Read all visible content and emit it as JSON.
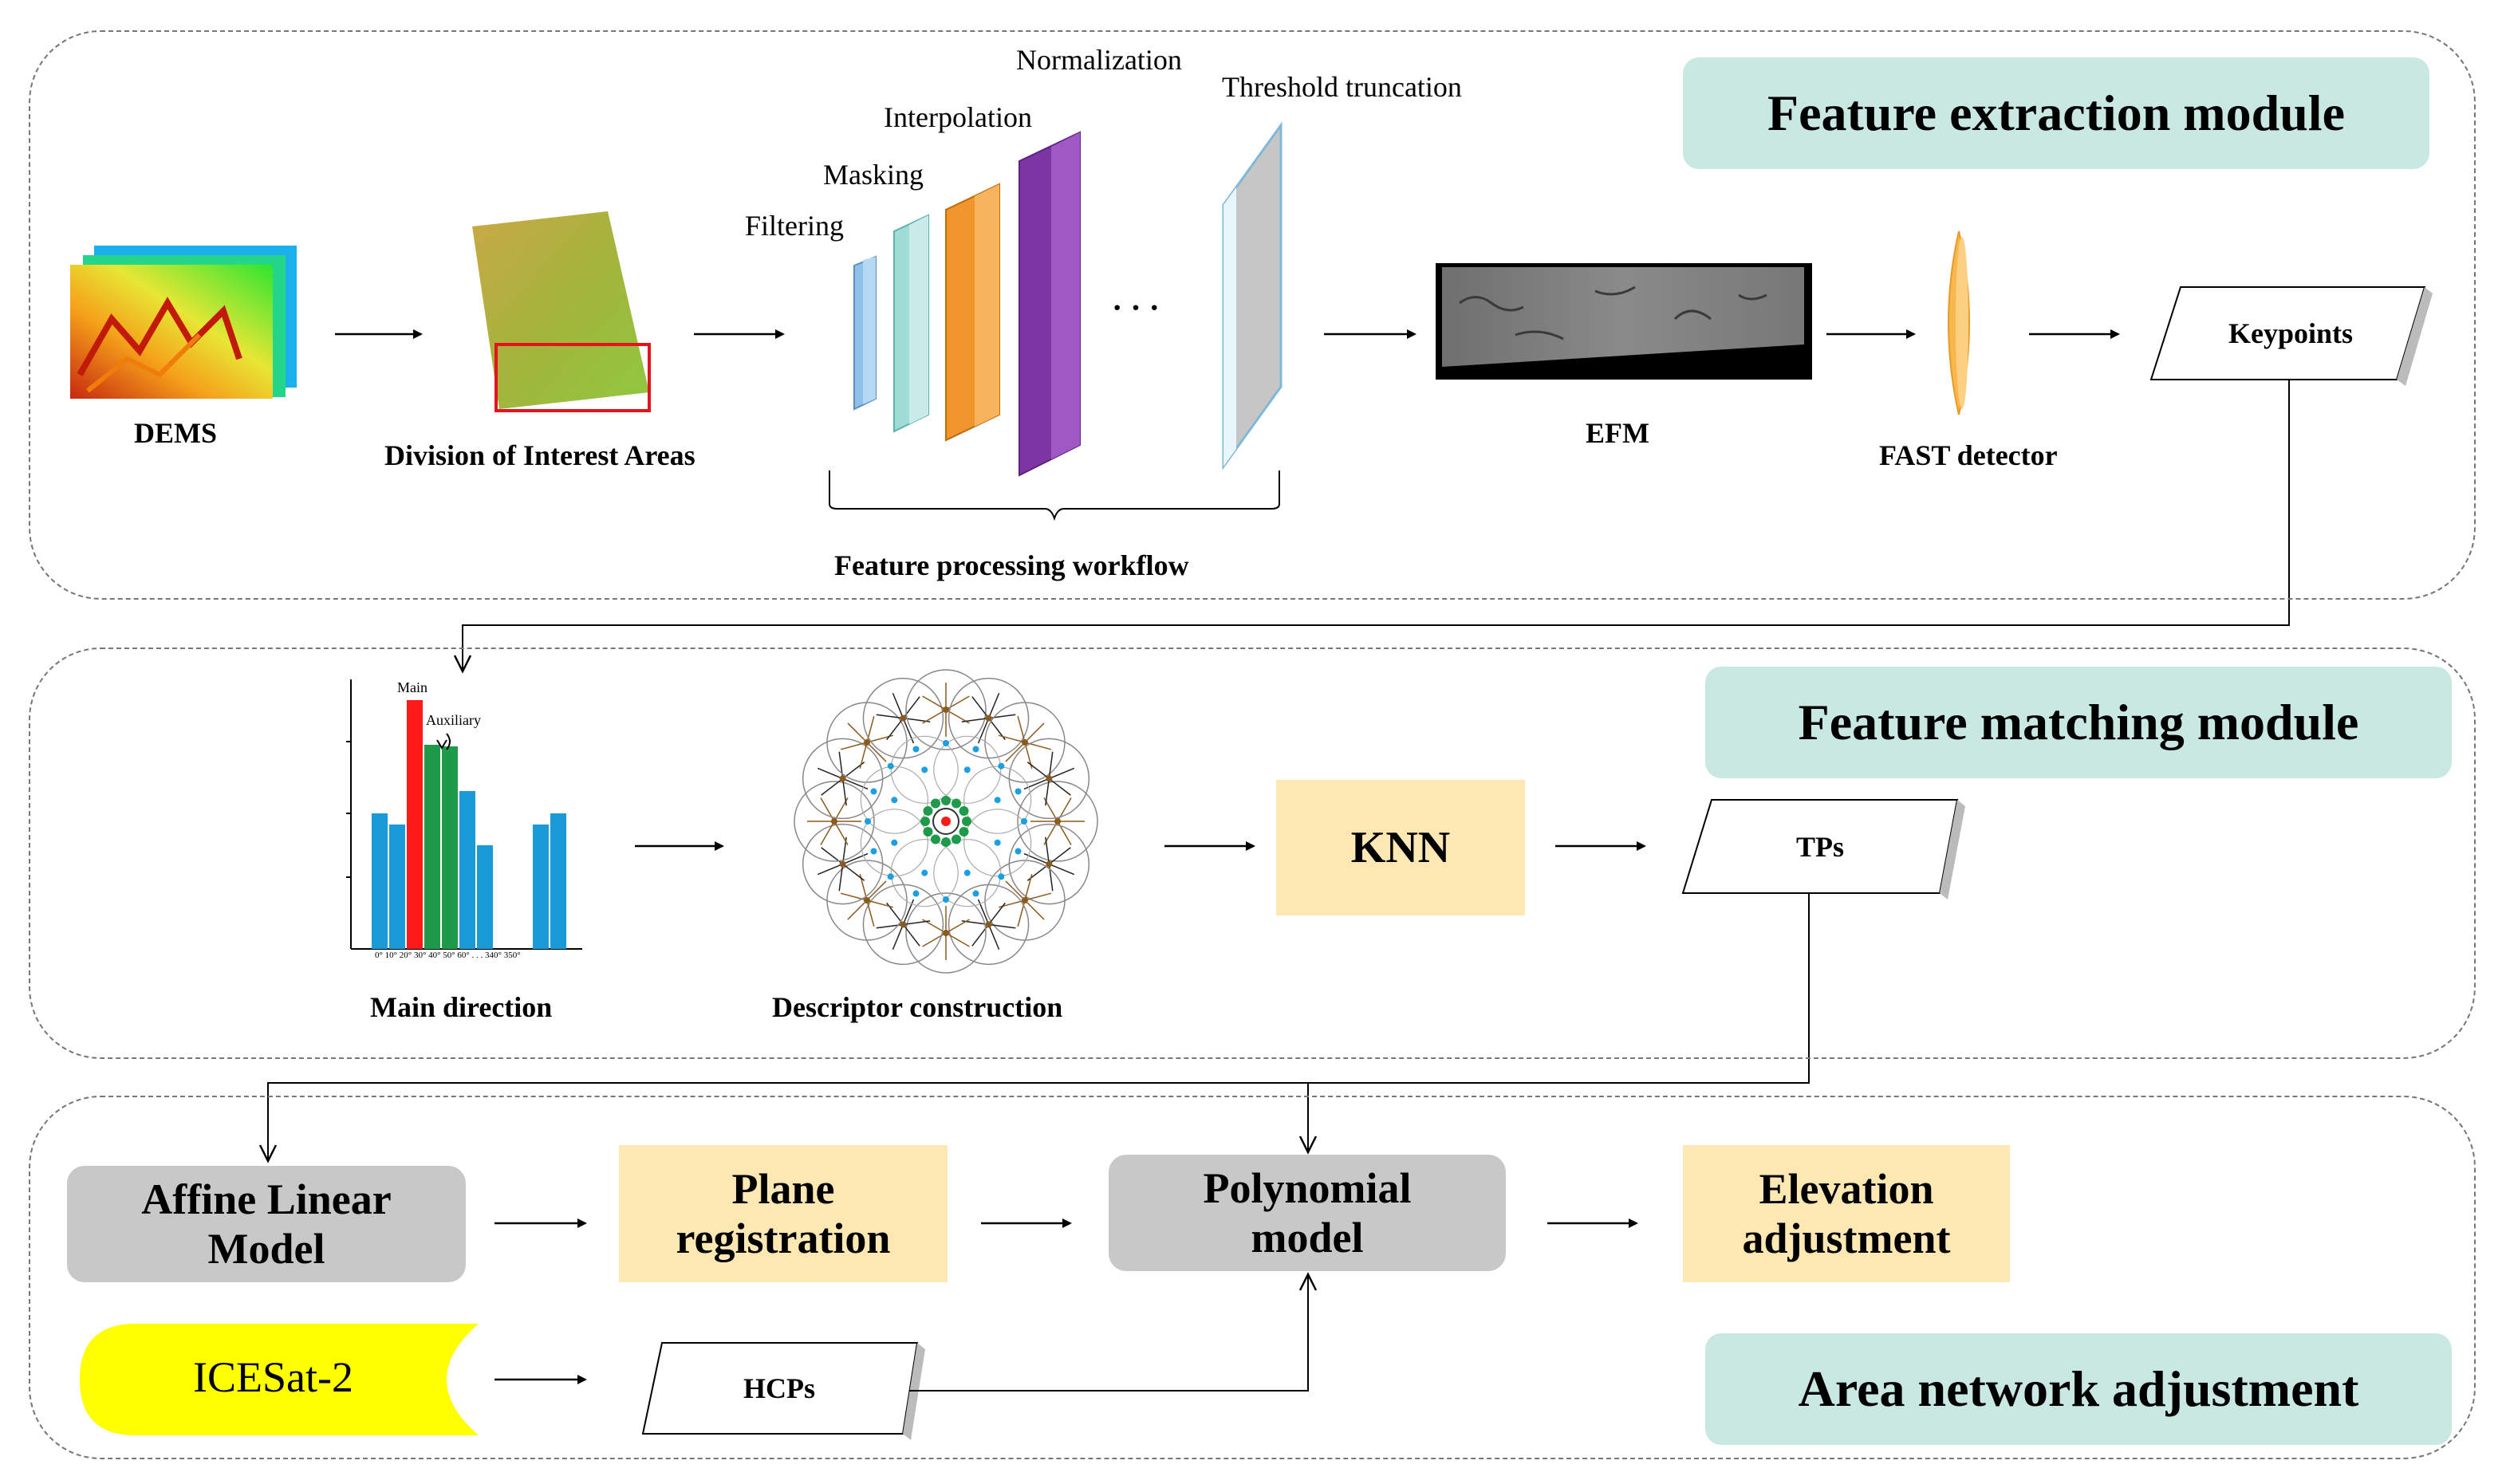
{
  "modules": {
    "extraction": "Feature extraction module",
    "matching": "Feature matching module",
    "network": "Area network adjustment"
  },
  "extraction": {
    "dems": "DEMS",
    "division": "Division of Interest Areas",
    "filtering": "Filtering",
    "masking": "Masking",
    "interpolation": "Interpolation",
    "normalization": "Normalization",
    "threshold": "Threshold truncation",
    "ellipsis": "· · ·",
    "workflow": "Feature processing workflow",
    "efm": "EFM",
    "fast": "FAST detector",
    "keypoints": "Keypoints"
  },
  "matching": {
    "hist_main": "Main",
    "hist_aux": "Auxiliary",
    "hist_ticks": "0° 10° 20° 30° 40° 50° 60° . . . 340° 350°",
    "main_direction": "Main direction",
    "descriptor": "Descriptor construction",
    "knn": "KNN",
    "tps": "TPs"
  },
  "network": {
    "affine_line1": "Affine Linear",
    "affine_line2": "Model",
    "plane_line1": "Plane",
    "plane_line2": "registration",
    "poly_line1": "Polynomial",
    "poly_line2": "model",
    "elev_line1": "Elevation",
    "elev_line2": "adjustment",
    "icesat": "ICESat-2",
    "hcps": "HCPs"
  },
  "colors": {
    "module_tag": "#c9e8e2",
    "gray_box": "#c8c8c8",
    "tan_box": "#fde7b2",
    "icesat": "#ffff00",
    "layer_filter": "#8fc1e8",
    "layer_mask": "#9fdcd6",
    "layer_interp": "#f0962c",
    "layer_norm": "#7d35a4",
    "layer_thresh": "#c6c6c6",
    "fast": "#f8b84e",
    "hist_blue": "#1a9ad9",
    "hist_red": "#ff1a1a",
    "hist_green": "#1f9a4a"
  }
}
